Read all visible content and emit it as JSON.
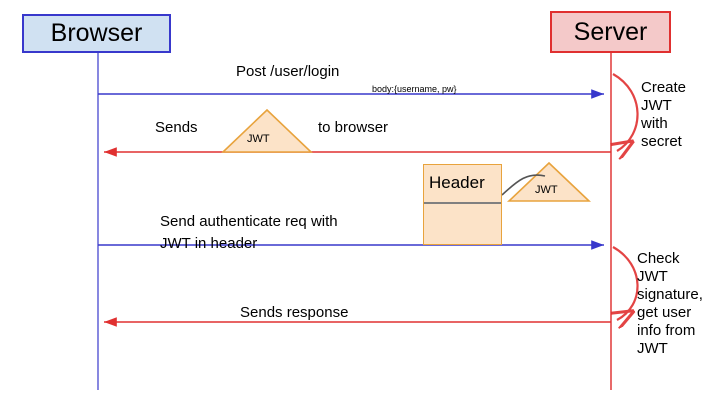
{
  "diagram": {
    "title_participants": {
      "browser": "Browser",
      "server": "Server"
    },
    "colors": {
      "browser_fill": "#d0e1f2",
      "browser_border": "#3838cc",
      "server_fill": "#f4c9c9",
      "server_border": "#e03030",
      "request_arrow": "#3838cc",
      "response_arrow": "#e03030",
      "token_fill": "#fce3c8",
      "token_border": "#e8a33d",
      "connector": "#555555"
    },
    "messages": [
      {
        "id": "post-login",
        "label": "Post /user/login",
        "sublabel": "body:{username, pw}",
        "direction": "browser-to-server",
        "color": "#3838cc"
      },
      {
        "id": "sends-jwt",
        "label_left": "Sends",
        "label_right": "to browser",
        "direction": "server-to-browser",
        "color": "#e03030"
      },
      {
        "id": "authenticate-req",
        "label": "Send authenticate req with\nJWT in header",
        "direction": "browser-to-server",
        "color": "#3838cc"
      },
      {
        "id": "sends-response",
        "label": "Sends response",
        "direction": "server-to-browser",
        "color": "#e03030"
      }
    ],
    "self_actions": [
      {
        "id": "create-jwt",
        "text": "Create\nJWT\nwith\nsecret"
      },
      {
        "id": "check-jwt",
        "text": "Check\nJWT\nsignature,\nget user\ninfo from\nJWT"
      }
    ],
    "tokens": [
      {
        "id": "jwt-token-1",
        "label": "JWT"
      },
      {
        "id": "jwt-token-2",
        "label": "JWT"
      }
    ],
    "header_object": {
      "label": "Header"
    }
  }
}
